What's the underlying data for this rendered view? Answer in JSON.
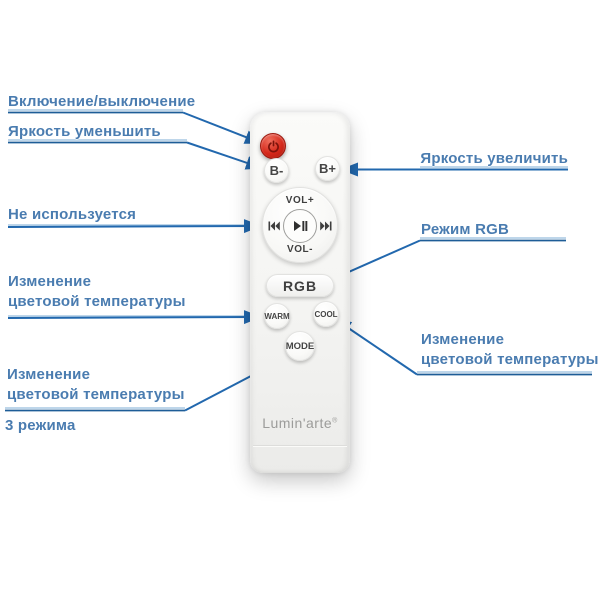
{
  "annotations": {
    "power": {
      "label": "Включение/выключение"
    },
    "brightness_down": {
      "label": "Яркость уменьшить"
    },
    "brightness_up": {
      "label": "Яркость увеличить"
    },
    "not_used": {
      "label": "Не используется"
    },
    "rgb_mode": {
      "label": "Режим RGB"
    },
    "temp_left": {
      "line1": "Изменение",
      "line2": "цветовой температуры"
    },
    "temp_right": {
      "line1": "Изменение",
      "line2": "цветовой температуры"
    },
    "temp_bottom": {
      "line1": "Изменение",
      "line2": "цветовой температуры",
      "sub": "3 режима"
    }
  },
  "remote": {
    "buttons": {
      "b_minus": "B-",
      "b_plus": "B+",
      "rgb": "RGB",
      "warm": "WARM",
      "cool": "COOL",
      "mode": "MODE"
    },
    "pad": {
      "vol_up": "VOL+",
      "vol_down": "VOL-"
    },
    "brand": "Lumin'arte",
    "brand_reg": "®"
  },
  "colors": {
    "annotation_line": "#2268ae",
    "annotation_line_light": "#a9c9e3",
    "annotation_text": "#4a7cb0",
    "power_red": "#d5281a",
    "remote_body": "#f4f4f2"
  }
}
